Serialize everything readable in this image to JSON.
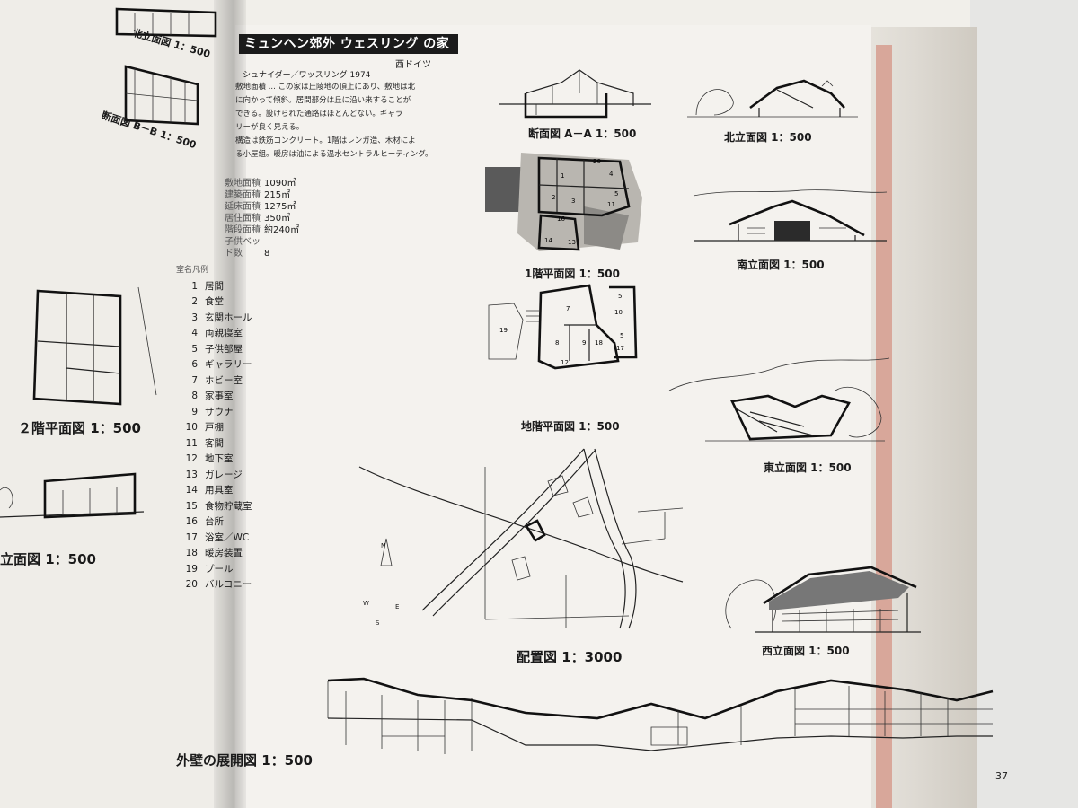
{
  "title": "ミュンヘン郊外 ウェスリング の家",
  "subtitle": "西ドイツ",
  "credit": "シュナイダー／ワッスリング 1974",
  "description": [
    "敷地面積 ...  この家は丘陵地の頂上にあり、敷地は北",
    "に向かって傾斜。居間部分は丘に沿い来することが",
    "できる。設けられた通路はほとんどない。ギャラ",
    "リーが良く見える。",
    "構造は鉄筋コンクリート。1階はレンガ造、木材によ",
    "る小屋組。暖房は油による温水セントラルヒーティング。"
  ],
  "areas": [
    {
      "key": "敷地面積",
      "value": "1090㎡"
    },
    {
      "key": "建築面積",
      "value": "215㎡"
    },
    {
      "key": "延床面積",
      "value": "1275㎡"
    },
    {
      "key": "居住面積",
      "value": "350㎡"
    },
    {
      "key": "階段面積",
      "value": "約240㎡"
    },
    {
      "key": "子供ベッド数",
      "value": "8"
    }
  ],
  "legend_head": "室名凡例",
  "legend": [
    {
      "n": "1",
      "label": "居間"
    },
    {
      "n": "2",
      "label": "食堂"
    },
    {
      "n": "3",
      "label": "玄関ホール"
    },
    {
      "n": "4",
      "label": "両親寝室"
    },
    {
      "n": "5",
      "label": "子供部屋"
    },
    {
      "n": "6",
      "label": "ギャラリー"
    },
    {
      "n": "7",
      "label": "ホビー室"
    },
    {
      "n": "8",
      "label": "家事室"
    },
    {
      "n": "9",
      "label": "サウナ"
    },
    {
      "n": "10",
      "label": "戸棚"
    },
    {
      "n": "11",
      "label": "客間"
    },
    {
      "n": "12",
      "label": "地下室"
    },
    {
      "n": "13",
      "label": "ガレージ"
    },
    {
      "n": "14",
      "label": "用具室"
    },
    {
      "n": "15",
      "label": "食物貯蔵室"
    },
    {
      "n": "16",
      "label": "台所"
    },
    {
      "n": "17",
      "label": "浴室／WC"
    },
    {
      "n": "18",
      "label": "暖房装置"
    },
    {
      "n": "19",
      "label": "プール"
    },
    {
      "n": "20",
      "label": "バルコニー"
    }
  ],
  "captions": {
    "section_aa": "断面図 A－A 1：500",
    "north_elev": "北立面図 1：500",
    "floor1": "1階平面図 1：500",
    "south_elev": "南立面図 1：500",
    "basement": "地階平面図 1：500",
    "east_elev": "東立面図 1：500",
    "site": "配置図 1：3000",
    "west_elev": "西立面図 1：500",
    "development": "外壁の展開図 1：500"
  },
  "left_page": {
    "north_elev": "北立面図 1：500",
    "section_bb": "断面図 B－B 1：500",
    "floor2": "２階平面図 1：500",
    "elev": "立面図 1：500"
  },
  "compass": {
    "n": "N",
    "s": "S",
    "w": "W",
    "e": "E"
  },
  "page_number": "37"
}
